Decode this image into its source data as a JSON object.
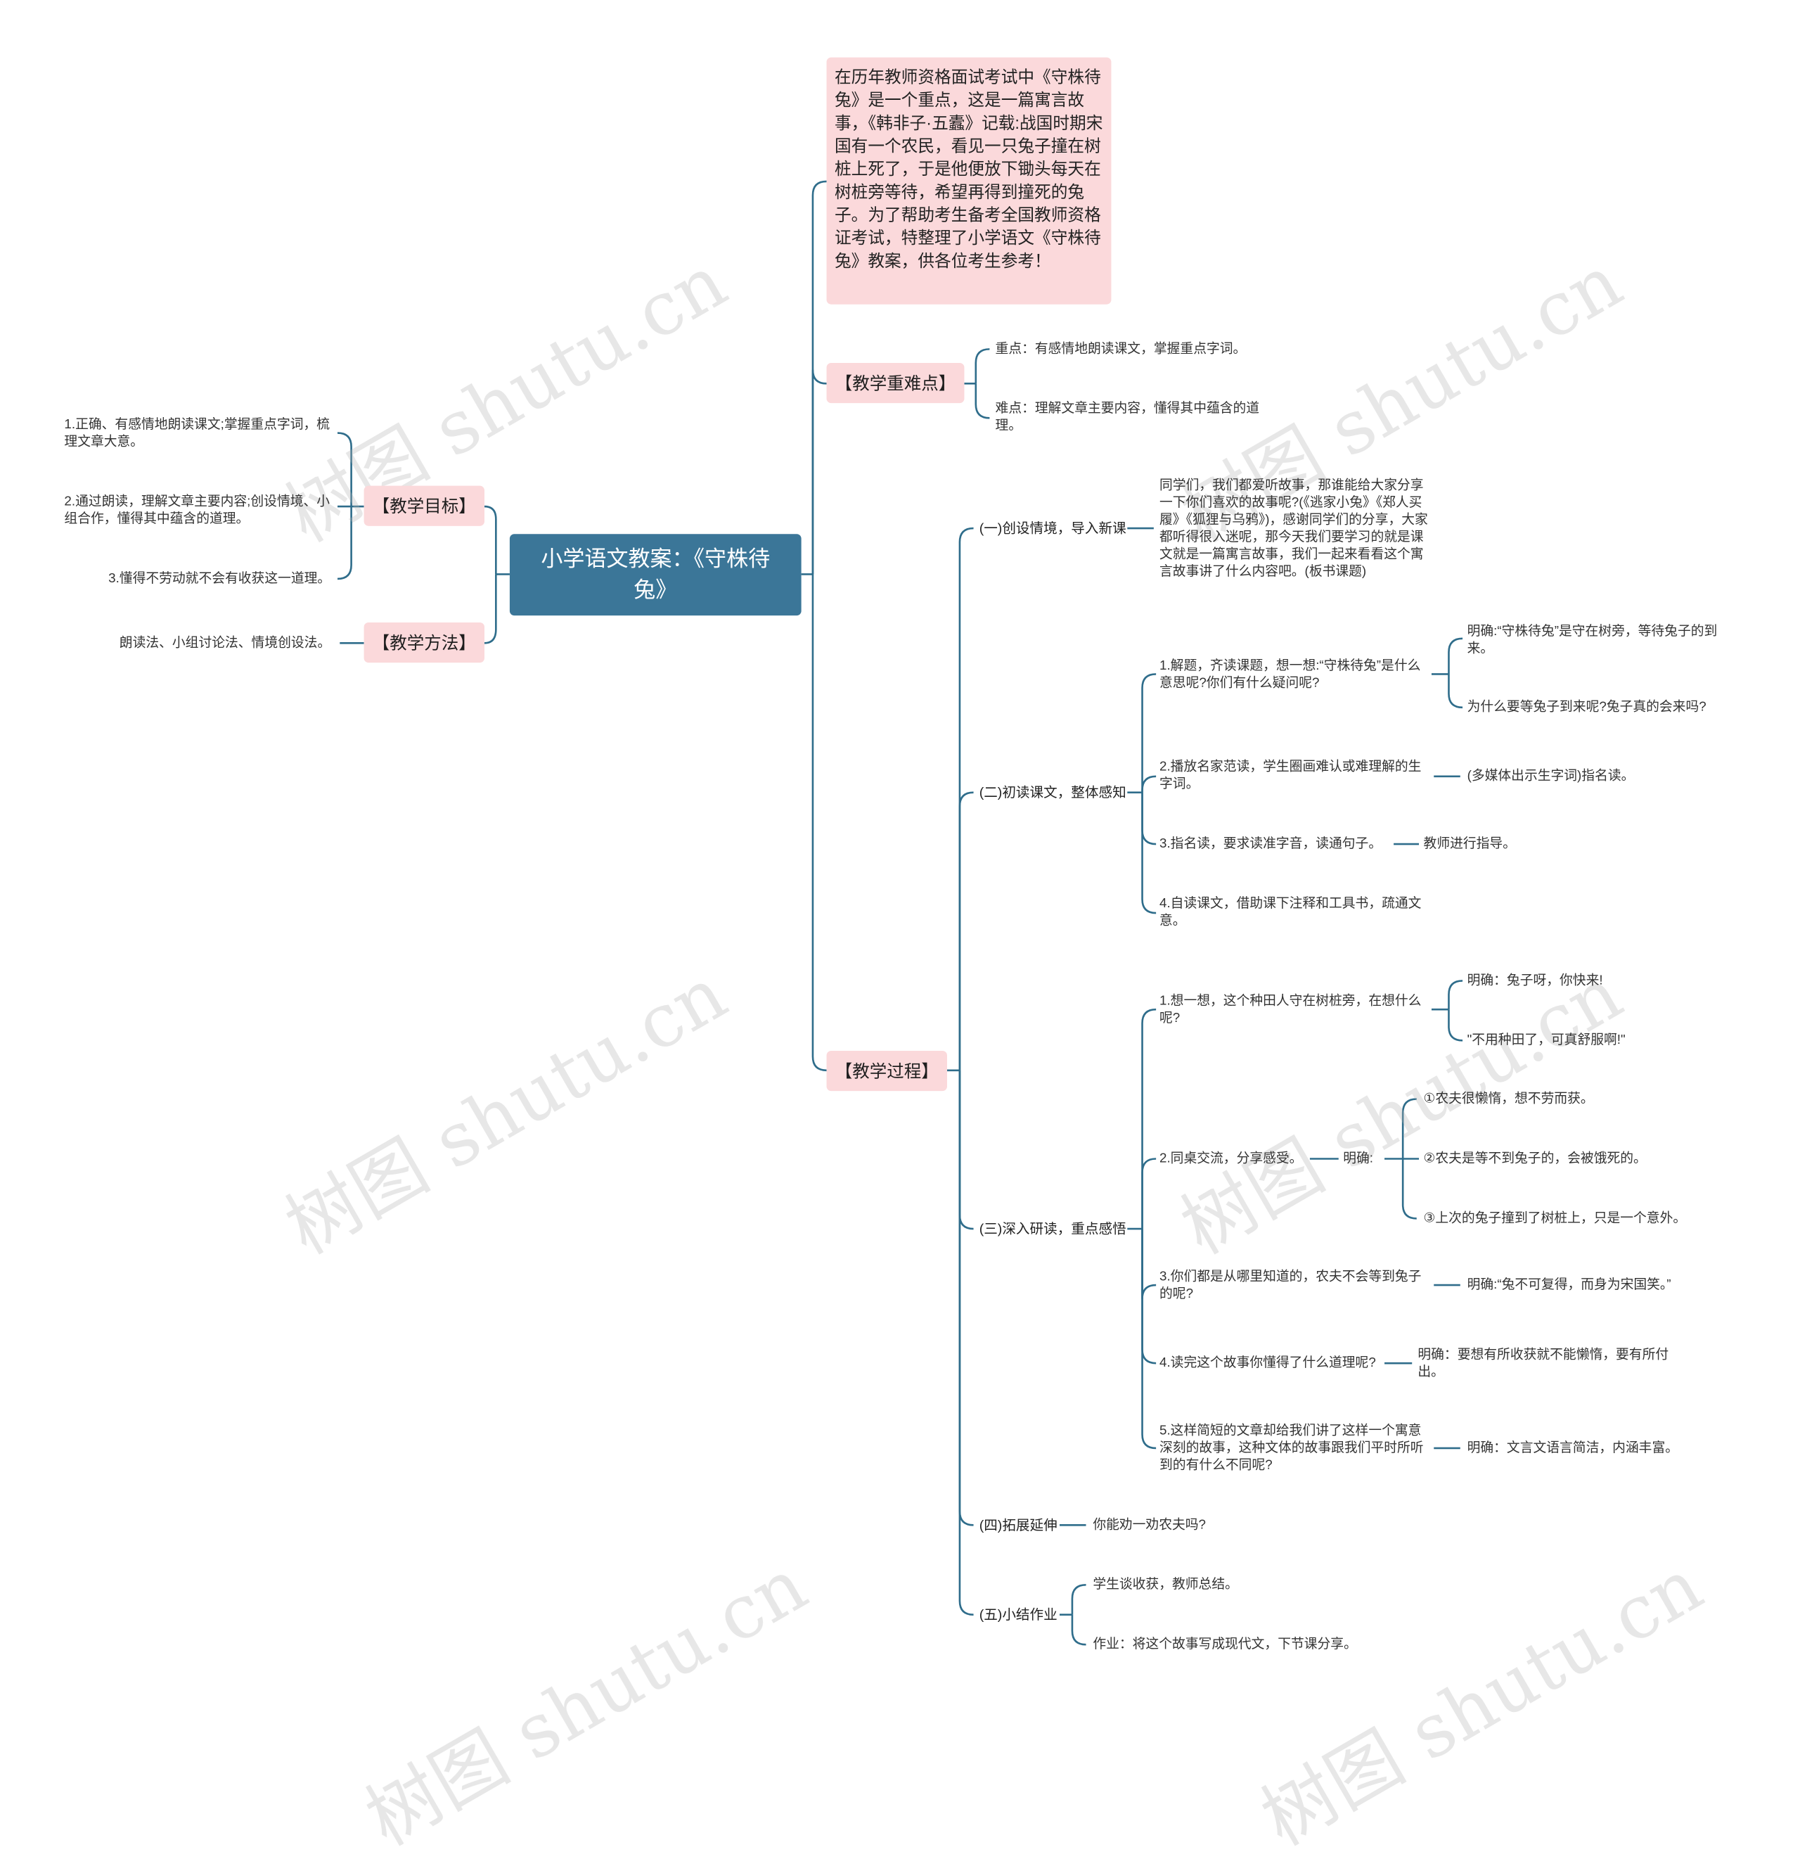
{
  "root": {
    "title": "小学语文教案：《守株待兔》"
  },
  "intro": {
    "text": "在历年教师资格面试考试中《守株待兔》是一个重点，这是一篇寓言故事，《韩非子·五蠹》记载:战国时期宋国有一个农民，看见一只兔子撞在树桩上死了，于是他便放下锄头每天在树桩旁等待，希望再得到撞死的兔子。为了帮助考生备考全国教师资格证考试，特整理了小学语文《守株待兔》教案，供各位考生参考！"
  },
  "key_points": {
    "label": "【教学重难点】",
    "items": [
      "重点：有感情地朗读课文，掌握重点字词。",
      "难点：理解文章主要内容，懂得其中蕴含的道理。"
    ]
  },
  "goals": {
    "label": "【教学目标】",
    "items": [
      "1.正确、有感情地朗读课文;掌握重点字词，梳理文章大意。",
      "2.通过朗读，理解文章主要内容;创设情境、小组合作，懂得其中蕴含的道理。",
      "3.懂得不劳动就不会有收获这一道理。"
    ]
  },
  "methods": {
    "label": "【教学方法】",
    "items": [
      "朗读法、小组讨论法、情境创设法。"
    ]
  },
  "process": {
    "label": "【教学过程】",
    "s1": {
      "label": "(一)创设情境，导入新课",
      "text": "同学们，我们都爱听故事，那谁能给大家分享一下你们喜欢的故事呢?(《逃家小兔》《郑人买履》《狐狸与乌鸦》)，感谢同学们的分享，大家都听得很入迷呢，那今天我们要学习的就是课文就是一篇寓言故事，我们一起来看看这个寓言故事讲了什么内容吧。(板书课题)"
    },
    "s2": {
      "label": "(二)初读课文，整体感知",
      "q1": "1.解题，齐读课题，想一想:“守株待兔”是什么意思呢?你们有什么疑问呢?",
      "q1a": "明确:“守株待兔”是守在树旁，等待兔子的到来。",
      "q1b": "为什么要等兔子到来呢?兔子真的会来吗?",
      "q2": "2.播放名家范读，学生圈画难认或难理解的生字词。",
      "q2a": "(多媒体出示生字词)指名读。",
      "q3": "3.指名读，要求读准字音，读通句子。",
      "q3a": "教师进行指导。",
      "q4": "4.自读课文，借助课下注释和工具书，疏通文意。"
    },
    "s3": {
      "label": "(三)深入研读，重点感悟",
      "q1": "1.想一想，这个种田人守在树桩旁，在想什么呢?",
      "q1a": "明确：兔子呀，你快来!",
      "q1b": "\"不用种田了，可真舒服啊!\"",
      "q2": "2.同桌交流，分享感受。",
      "q2m": "明确:",
      "q2a": "①农夫很懒惰，想不劳而获。",
      "q2b": "②农夫是等不到兔子的，会被饿死的。",
      "q2c": "③上次的兔子撞到了树桩上，只是一个意外。",
      "q3": "3.你们都是从哪里知道的，农夫不会等到兔子的呢?",
      "q3a": "明确:“兔不可复得，而身为宋国笑。”",
      "q4": "4.读完这个故事你懂得了什么道理呢?",
      "q4a": "明确：要想有所收获就不能懒惰，要有所付出。",
      "q5": "5.这样简短的文章却给我们讲了这样一个寓意深刻的故事，这种文体的故事跟我们平时所听到的有什么不同呢?",
      "q5a": "明确：文言文语言简洁，内涵丰富。"
    },
    "s4": {
      "label": "(四)拓展延伸",
      "text": "你能劝一劝农夫吗?"
    },
    "s5": {
      "label": "(五)小结作业",
      "a": "学生谈收获，教师总结。",
      "b": "作业：将这个故事写成现代文，下节课分享。"
    }
  },
  "watermark": "树图 shutu.cn",
  "colors": {
    "root": "#3b7698",
    "branch": "#fbd9db",
    "line": "#2f6d8b"
  }
}
